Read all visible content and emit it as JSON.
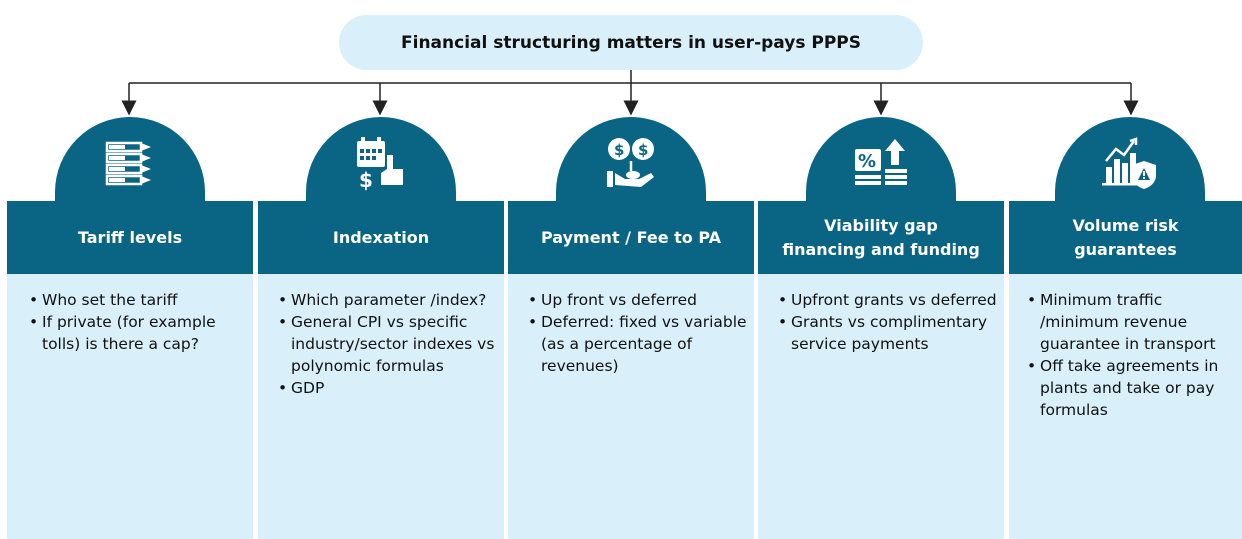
{
  "title": "Financial structuring matters in user-pays PPPS",
  "columns": [
    {
      "icon": "tariff-list-icon",
      "header": [
        "Tariff levels"
      ],
      "bullets": [
        "Who set the tariff",
        "If private (for example tolls) is there a cap?"
      ]
    },
    {
      "icon": "calendar-hand-money-icon",
      "header": [
        "Indexation"
      ],
      "bullets": [
        "Which parameter /index?",
        "General CPI vs specific industry/sector indexes vs polynomic formulas",
        "GDP"
      ]
    },
    {
      "icon": "money-hand-icon",
      "header": [
        "Payment / Fee to PA"
      ],
      "bullets": [
        "Up front vs deferred",
        "Deferred: fixed vs variable (as a percentage of revenues)"
      ]
    },
    {
      "icon": "percent-stack-arrow-icon",
      "header": [
        "Viability gap",
        "financing and funding"
      ],
      "bullets": [
        "Upfront grants vs deferred",
        "Grants vs complimentary service payments"
      ]
    },
    {
      "icon": "chart-shield-warning-icon",
      "header": [
        "Volume risk",
        "guarantees"
      ],
      "bullets": [
        "Minimum traffic /minimum revenue guarantee in transport",
        "Off take agreements in plants and take or pay formulas"
      ]
    }
  ]
}
